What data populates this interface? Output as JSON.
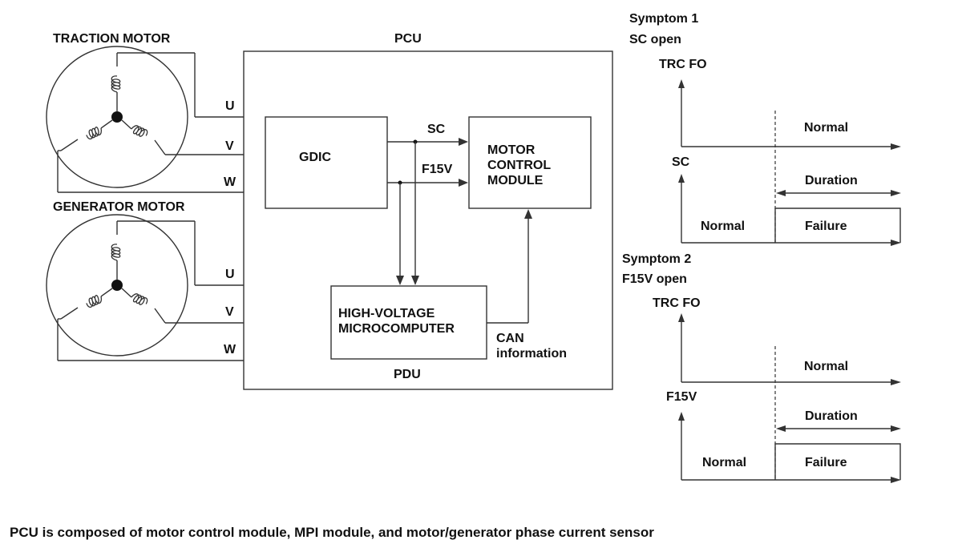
{
  "motors": {
    "traction_title": "TRACTION MOTOR",
    "generator_title": "GENERATOR MOTOR",
    "phase_u": "U",
    "phase_v": "V",
    "phase_w": "W"
  },
  "pcu": {
    "title": "PCU",
    "gdic": "GDIC",
    "sc_signal": "SC",
    "f15v_signal": "F15V",
    "mcm_line1": "MOTOR",
    "mcm_line2": "CONTROL",
    "mcm_line3": "MODULE",
    "hv_line1": "HIGH-VOLTAGE",
    "hv_line2": "MICROCOMPUTER",
    "can_line1": "CAN",
    "can_line2": "information",
    "pdu": "PDU"
  },
  "symptom1": {
    "title": "Symptom 1",
    "subtitle": "SC open",
    "trc_fo": "TRC FO",
    "normal_top": "Normal",
    "signal": "SC",
    "duration": "Duration",
    "normal_bottom": "Normal",
    "failure": "Failure"
  },
  "symptom2": {
    "title": "Symptom 2",
    "subtitle": "F15V open",
    "trc_fo": "TRC FO",
    "normal_top": "Normal",
    "signal": "F15V",
    "duration": "Duration",
    "normal_bottom": "Normal",
    "failure": "Failure"
  },
  "caption": "PCU is composed of motor control module, MPI module, and motor/generator phase current sensor"
}
